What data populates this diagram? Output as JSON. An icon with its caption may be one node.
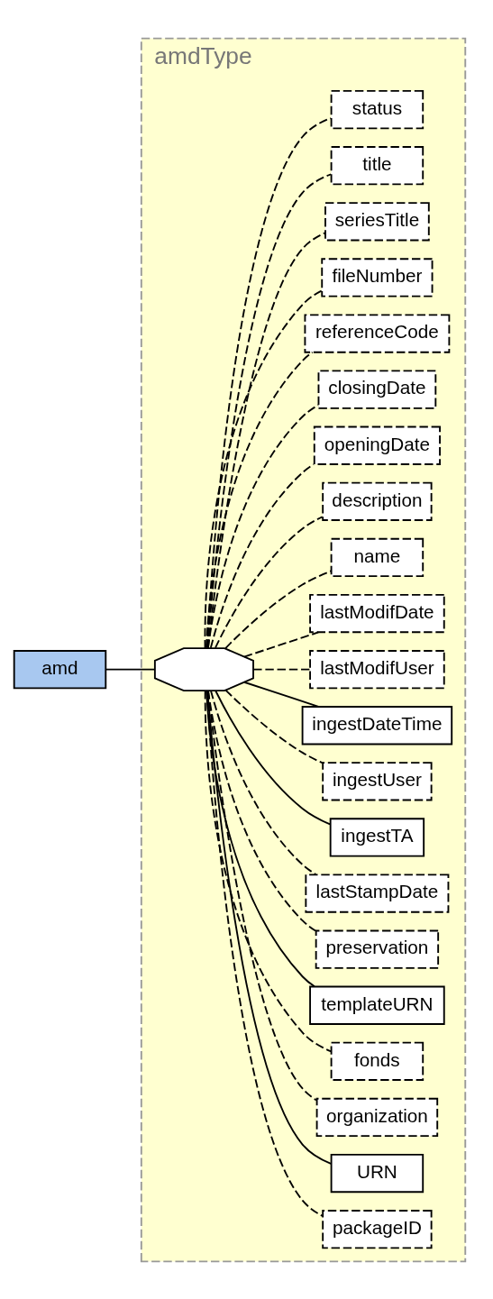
{
  "diagram": {
    "nodes": [
      {
        "text": [
          "amd"
        ]
      },
      {
        "text": [
          "amdType"
        ]
      },
      {
        "text": [],
        "shape": "octagon",
        "in": 1
      },
      {
        "text": [
          "packageID"
        ],
        "in": 1
      },
      {
        "text": [
          "URN"
        ],
        "in": 1
      },
      {
        "text": [
          "organization"
        ],
        "in": 1
      },
      {
        "text": [
          "fonds"
        ],
        "in": 1
      },
      {
        "text": [
          "templateURN"
        ],
        "in": 1
      },
      {
        "text": [
          "preservation"
        ],
        "in": 1
      },
      {
        "text": [
          "lastStampDate"
        ],
        "in": 1
      },
      {
        "text": [
          "ingestTA"
        ],
        "in": 1
      },
      {
        "text": [
          "ingestUser"
        ],
        "in": 1
      },
      {
        "text": [
          "ingestDateTime"
        ],
        "in": 1
      },
      {
        "text": [
          "lastModifUser"
        ],
        "in": 1
      },
      {
        "text": [
          "lastModifDate"
        ],
        "in": 1
      },
      {
        "text": [
          "name"
        ],
        "in": 1
      },
      {
        "text": [
          "description"
        ],
        "in": 1
      },
      {
        "text": [
          "openingDate"
        ],
        "in": 1
      },
      {
        "text": [
          "closingDate"
        ],
        "in": 1
      },
      {
        "text": [
          "referenceCode"
        ],
        "in": 1
      },
      {
        "text": [
          "fileNumber"
        ],
        "in": 1
      },
      {
        "text": [
          "seriesTitle"
        ],
        "in": 1
      },
      {
        "text": [
          "title"
        ],
        "in": 1
      },
      {
        "text": [
          "status"
        ],
        "in": 1
      }
    ],
    "edges": [
      {
        "from": 0,
        "to": 2,
        "arrow": "none"
      },
      {
        "from": 2,
        "to": 3,
        "arrow": "none",
        "style": "dashed"
      },
      {
        "from": 2,
        "to": 4,
        "arrow": "none"
      },
      {
        "from": 2,
        "to": 5,
        "arrow": "none",
        "style": "dashed"
      },
      {
        "from": 2,
        "to": 6,
        "arrow": "none",
        "style": "dashed"
      },
      {
        "from": 2,
        "to": 7,
        "arrow": "none"
      },
      {
        "from": 2,
        "to": 8,
        "arrow": "none",
        "style": "dashed"
      },
      {
        "from": 2,
        "to": 9,
        "arrow": "none",
        "style": "dashed"
      },
      {
        "from": 2,
        "to": 10,
        "arrow": "none"
      },
      {
        "from": 2,
        "to": 11,
        "arrow": "none",
        "style": "dashed"
      },
      {
        "from": 2,
        "to": 12,
        "arrow": "none"
      },
      {
        "from": 2,
        "to": 13,
        "arrow": "none",
        "style": "dashed"
      },
      {
        "from": 2,
        "to": 14,
        "arrow": "none",
        "style": "dashed"
      },
      {
        "from": 2,
        "to": 15,
        "arrow": "none",
        "style": "dashed"
      },
      {
        "from": 2,
        "to": 16,
        "arrow": "none",
        "style": "dashed"
      },
      {
        "from": 2,
        "to": 17,
        "arrow": "none",
        "style": "dashed"
      },
      {
        "from": 2,
        "to": 18,
        "arrow": "none",
        "style": "dashed"
      },
      {
        "from": 2,
        "to": 19,
        "arrow": "none",
        "style": "dashed"
      },
      {
        "from": 2,
        "to": 20,
        "arrow": "none",
        "style": "dashed"
      },
      {
        "from": 2,
        "to": 21,
        "arrow": "none",
        "style": "dashed"
      },
      {
        "from": 2,
        "to": 22,
        "arrow": "none",
        "style": "dashed"
      },
      {
        "from": 2,
        "to": 23,
        "arrow": "none",
        "style": "dashed"
      }
    ]
  }
}
